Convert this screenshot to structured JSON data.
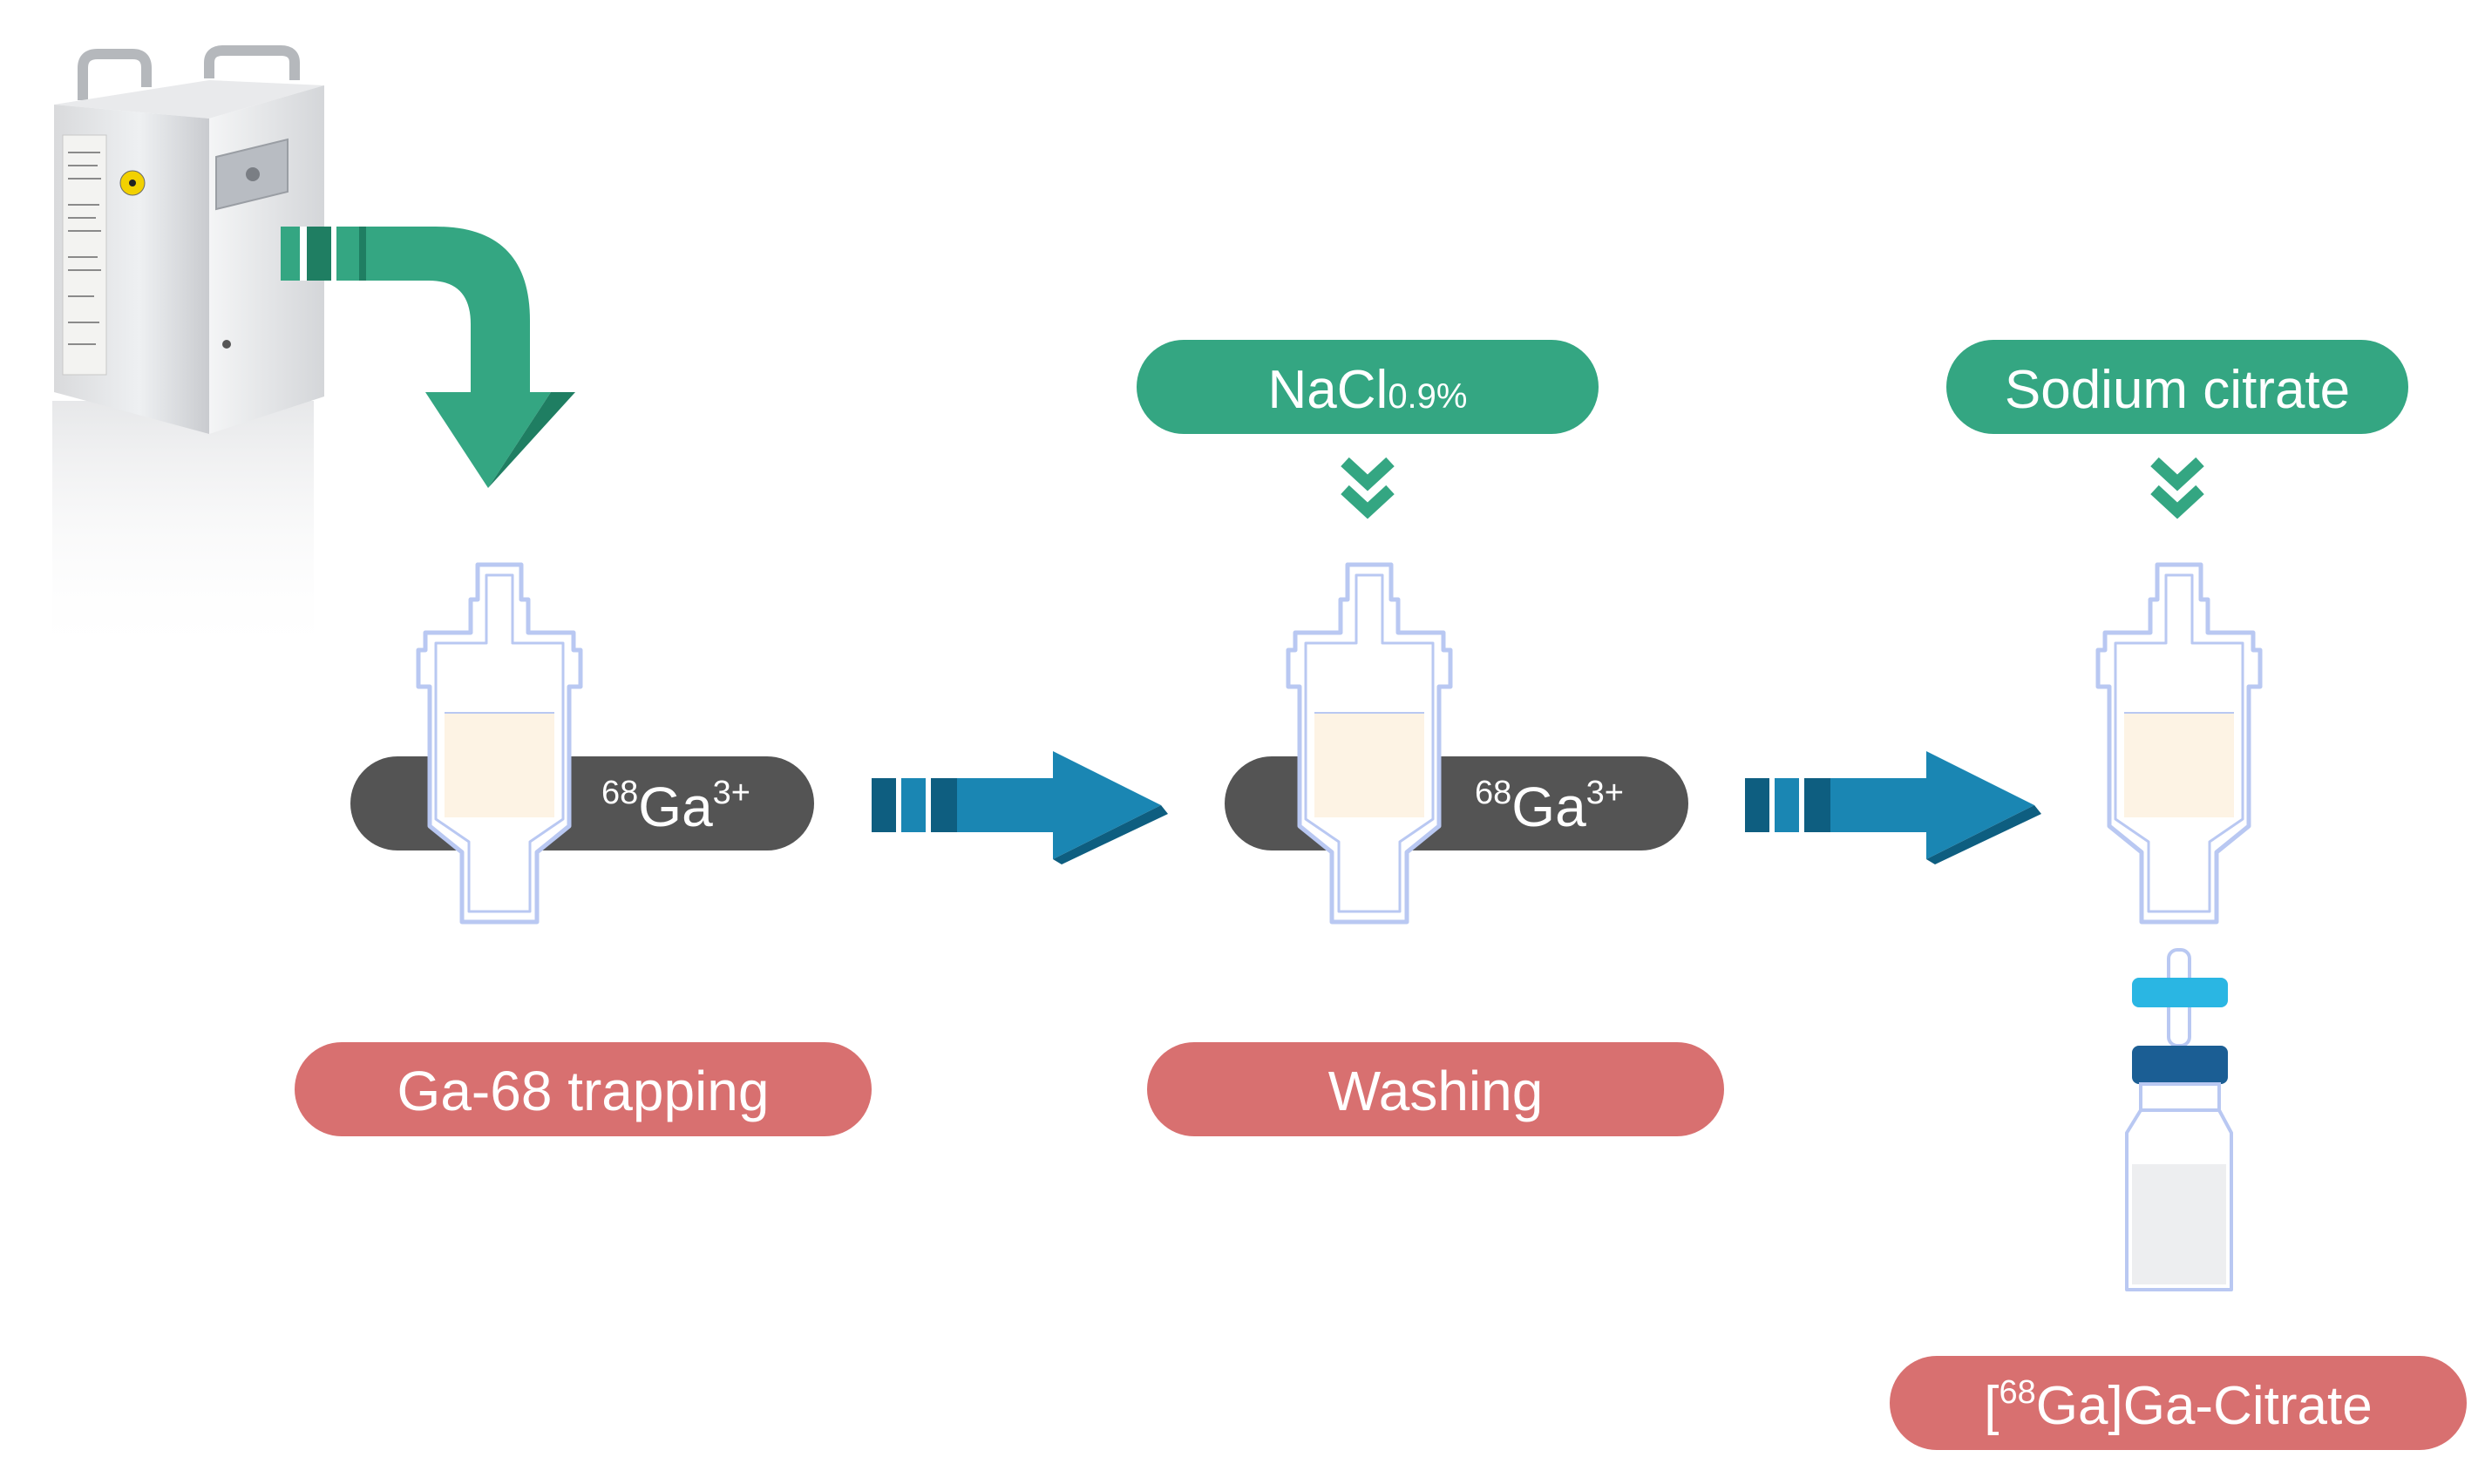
{
  "reagents": {
    "nacl": {
      "main": "NaCl",
      "sub": "0.9%"
    },
    "citrate": {
      "label": "Sodium citrate"
    }
  },
  "column_labels": {
    "step1": {
      "sup": "68",
      "base": "Ga",
      "charge": "3+"
    },
    "step2": {
      "sup": "68",
      "base": "Ga",
      "charge": "3+"
    }
  },
  "steps": {
    "trapping": "Ga-68 trapping",
    "washing": "Washing",
    "product": {
      "open": "[",
      "sup": "68",
      "rest": "Ga]Ga-Citrate"
    }
  },
  "colors": {
    "green": "#34A682",
    "green_dark": "#1F7E62",
    "blue": "#1A86B3",
    "blue_dark": "#0E5E80",
    "salmon": "#D87070",
    "dark_bar": "#545454",
    "cartridge_fill": "#FDF3E4",
    "cartridge_outline": "#B9C8F2"
  },
  "icons": {
    "generator": "generator-device-icon",
    "flow_green": "elbow-arrow-icon",
    "flow_blue": "right-arrow-icon",
    "chevron": "double-chevron-down-icon",
    "cartridge": "cartridge-icon",
    "vial": "vial-icon"
  }
}
